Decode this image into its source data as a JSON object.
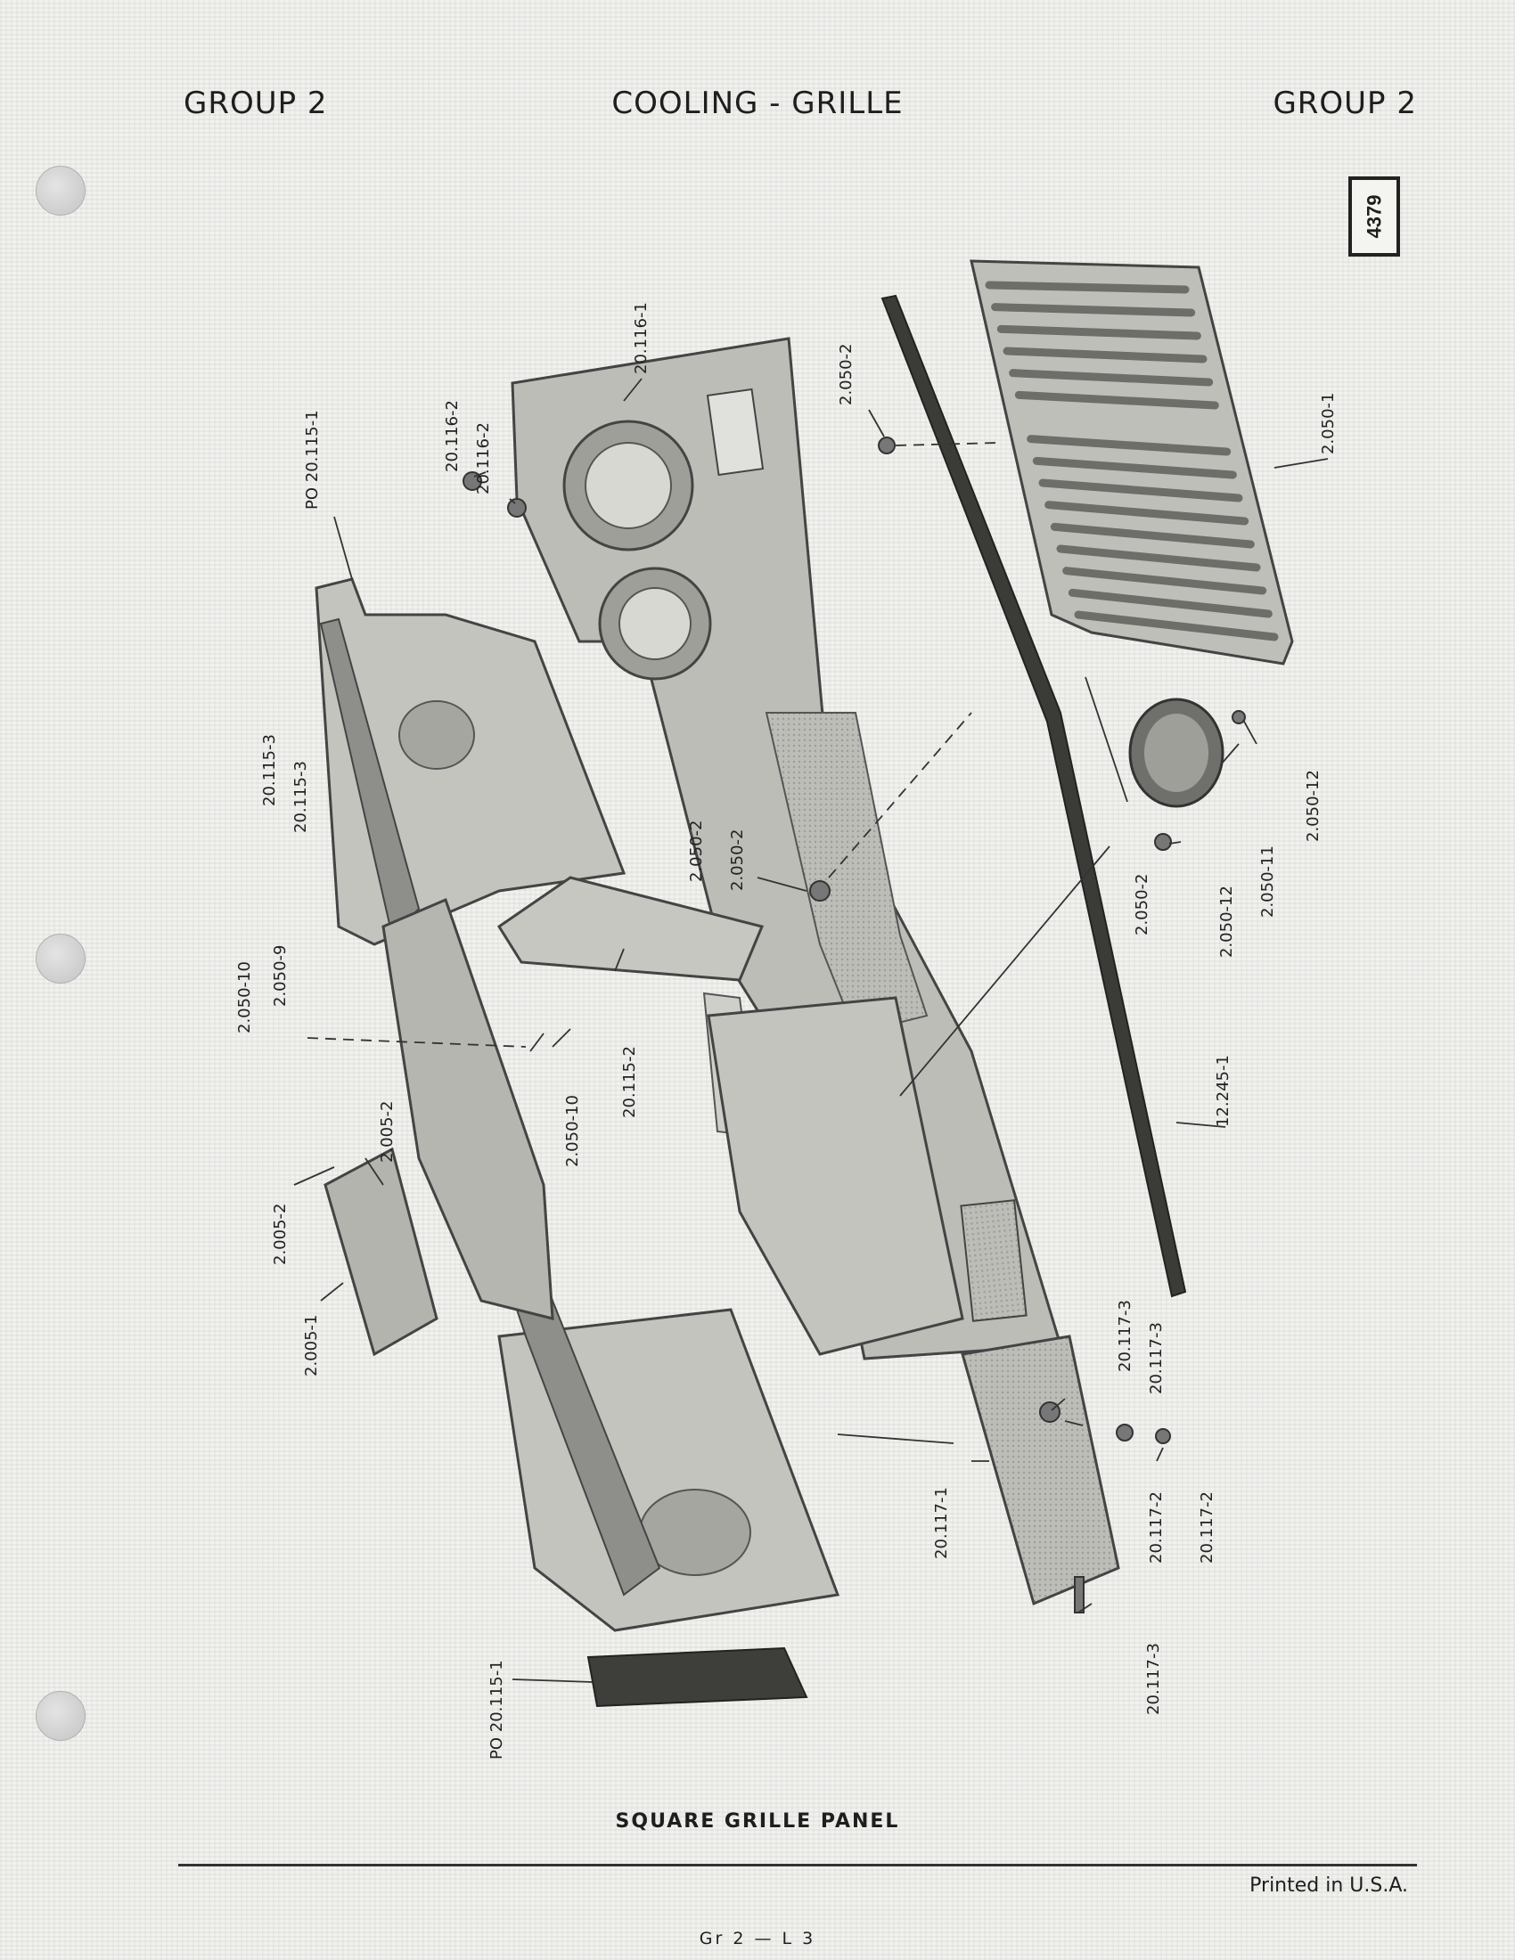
{
  "header": {
    "left": "GROUP 2",
    "center": "COOLING - GRILLE",
    "right": "GROUP 2"
  },
  "plate_number": "4379",
  "caption": "SQUARE GRILLE PANEL",
  "printed": "Printed in U.S.A.",
  "page_number": "Gr 2 — L 3",
  "callouts": [
    "20.116-1",
    "20.116-2",
    "20.116-2",
    "2.050-2",
    "2.050-1",
    "PO 20.115-1",
    "20.115-3",
    "20.115-3",
    "2.050-2",
    "2.050-2",
    "2.050-2",
    "2.050-12",
    "2.050-11",
    "2.050-12",
    "2.050-10",
    "2.050-9",
    "20.115-2",
    "2.050-10",
    "12.245-1",
    "2.005-2",
    "2.005-2",
    "2.005-1",
    "20.117-3",
    "20.117-3",
    "20.117-1",
    "20.117-2",
    "20.117-2",
    "20.117-3",
    "PO 20.115-1"
  ],
  "colors": {
    "part_fill": "#b9b9b4",
    "part_dark": "#767672",
    "ink": "#1e1e1e",
    "paper": "#f1f1ee"
  }
}
